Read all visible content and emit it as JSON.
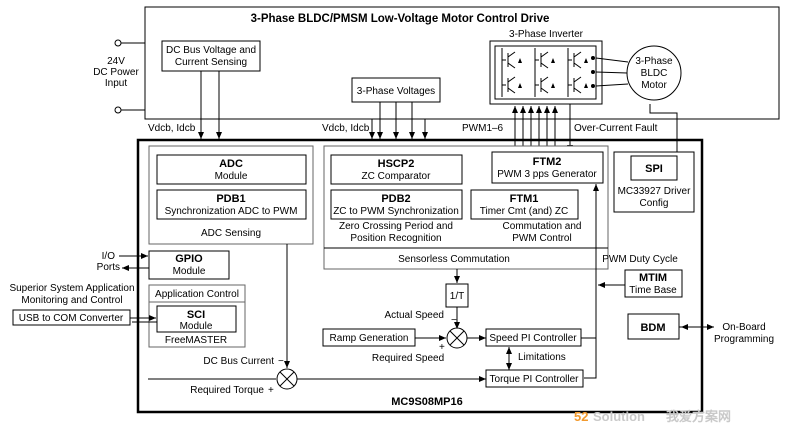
{
  "drive_title": "3-Phase BLDC/PMSM Low-Voltage Motor Control Drive",
  "power_input": [
    "24V",
    "DC Power",
    "Input"
  ],
  "dc_bus_sensing": [
    "DC Bus Voltage and",
    "Current Sensing"
  ],
  "three_phase_voltages": "3-Phase Voltages",
  "inverter_label": "3-Phase Inverter",
  "motor": [
    "3-Phase",
    "BLDC",
    "Motor"
  ],
  "signals": {
    "vdcb_idcb_left": "Vdcb, Idcb",
    "vdcb_idcb_mid": "Vdcb, Idcb",
    "pwm": "PWM1–6",
    "overcurrent": "Over-Current Fault",
    "io_ports": [
      "I/O",
      "Ports"
    ],
    "superior": [
      "Superior System Application",
      "Monitoring and Control"
    ],
    "pwm_duty": "PWM Duty Cycle",
    "onboard": [
      "On-Board",
      "Programming"
    ],
    "actual_speed": "Actual Speed",
    "required_speed": "Required Speed",
    "limitations": "Limitations",
    "dc_bus_current": "DC Bus Current",
    "required_torque": "Required Torque",
    "minus": "−",
    "plus": "+"
  },
  "mcu_name": "MC9S08MP16",
  "adc": {
    "title": "ADC",
    "sub": "Module"
  },
  "pdb1": {
    "title": "PDB1",
    "sub": "Synchronization ADC to PWM"
  },
  "adc_sensing": "ADC Sensing",
  "hscp2": {
    "title": "HSCP2",
    "sub": "ZC Comparator"
  },
  "pdb2": {
    "title": "PDB2",
    "sub": "ZC to PWM Synchronization"
  },
  "ftm2": {
    "title": "FTM2",
    "sub": "PWM 3 pps Generator"
  },
  "ftm1": {
    "title": "FTM1",
    "sub": "Timer Cmt (and) ZC"
  },
  "zero_crossing": [
    "Zero Crossing Period and",
    "Position Recognition"
  ],
  "commutation_pwm": [
    "Commutation and",
    "PWM Control"
  ],
  "sensorless": "Sensorless Commutation",
  "spi": {
    "title": "SPI",
    "sub": [
      "MC33927 Driver",
      "Config"
    ]
  },
  "gpio": {
    "title": "GPIO",
    "sub": "Module"
  },
  "app_control": "Application Control",
  "sci": {
    "title": "SCI",
    "sub": "Module",
    "freemaster": "FreeMASTER"
  },
  "usb_converter": "USB to COM Converter",
  "inv_1t": "1/T",
  "ramp": "Ramp Generation",
  "speed_pi": "Speed PI Controller",
  "torque_pi": "Torque PI Controller",
  "mtim": {
    "title": "MTIM",
    "sub": "Time Base"
  },
  "bdm": "BDM",
  "watermark": {
    "brand_a": "52",
    "brand_b": "Solution",
    "brand_c": "我爱方案网",
    "color_a": "#f29a2e",
    "color_b": "#c9c9c9"
  }
}
